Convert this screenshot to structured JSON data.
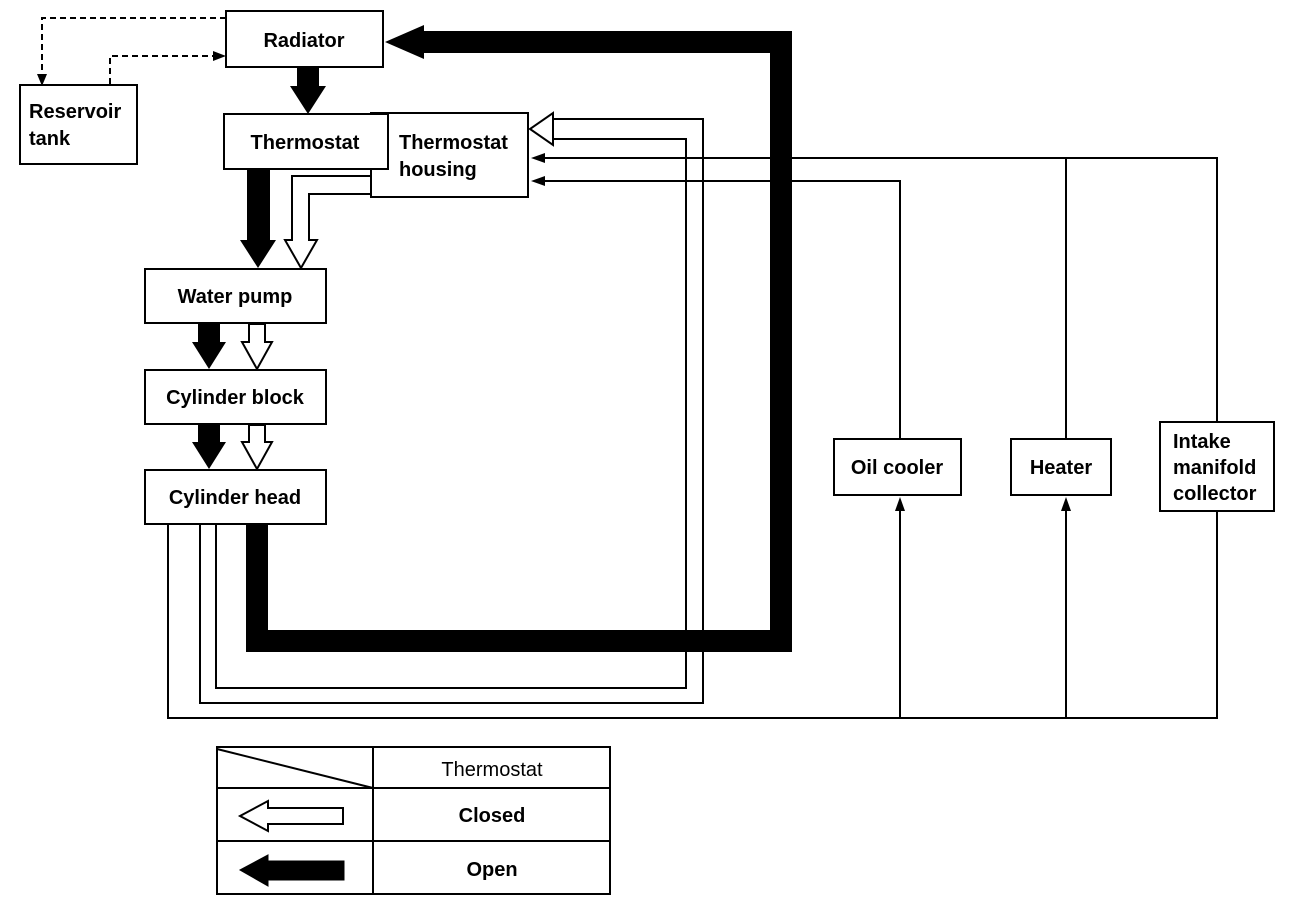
{
  "components": {
    "radiator": "Radiator",
    "reservoir_tank": [
      "Reservoir",
      "tank"
    ],
    "thermostat": "Thermostat",
    "thermostat_housing": [
      "Thermostat",
      "housing"
    ],
    "water_pump": "Water pump",
    "cylinder_block": "Cylinder block",
    "cylinder_head": "Cylinder head",
    "oil_cooler": "Oil cooler",
    "heater": "Heater",
    "intake_manifold_collector": [
      "Intake",
      "manifold",
      "collector"
    ]
  },
  "legend": {
    "header": "Thermostat",
    "closed_label": "Closed",
    "open_label": "Open"
  },
  "colors": {
    "line": "#000000",
    "background": "#ffffff"
  }
}
